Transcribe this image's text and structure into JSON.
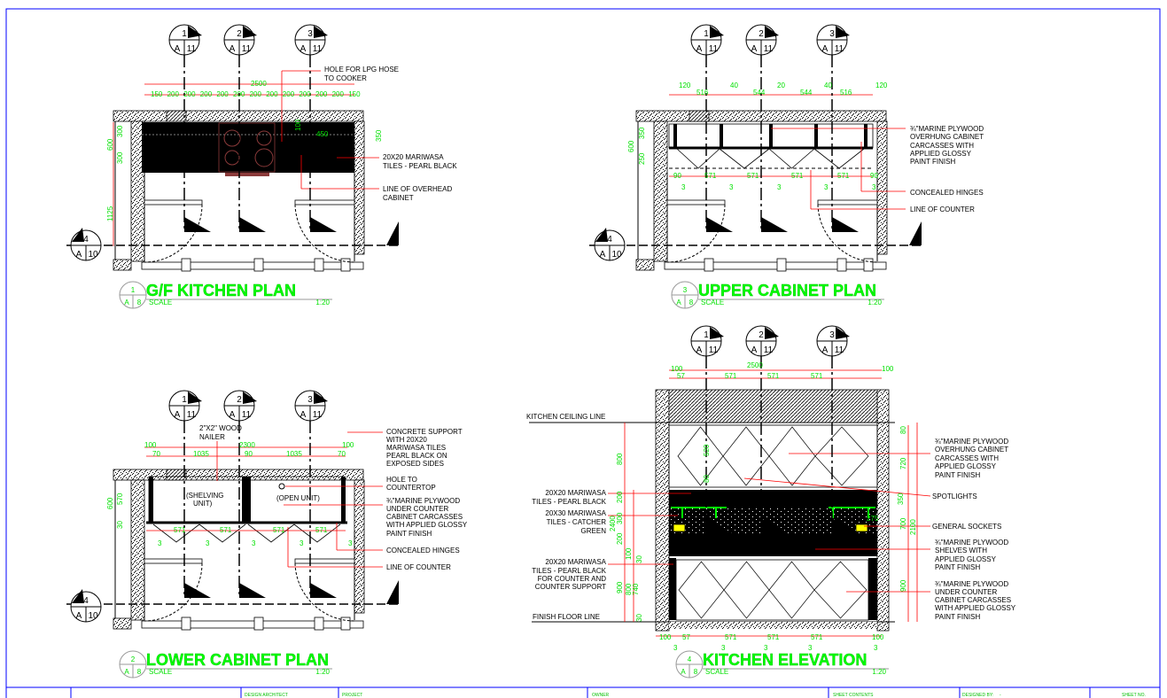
{
  "colors": {
    "dimension": "#00ff00",
    "leader": "#ff0000",
    "border": "#0000ff",
    "title": "#00ff00",
    "socket": "#ffff00",
    "tile_catcher_green": "#00ff00"
  },
  "grid_bubbles": {
    "top": [
      {
        "num": "1",
        "sheet": "A",
        "ref": "11"
      },
      {
        "num": "2",
        "sheet": "A",
        "ref": "11"
      },
      {
        "num": "3",
        "sheet": "A",
        "ref": "11"
      }
    ],
    "side": {
      "num": "4",
      "sheet": "A",
      "ref": "10"
    }
  },
  "views": [
    {
      "number": "1",
      "title": "G/F KITCHEN PLAN",
      "ref_sheet": "A",
      "ref_page": "8",
      "scale_label": "SCALE",
      "scale": "1:20",
      "notes": [
        "HOLE FOR LPG HOSE",
        "TO COOKER",
        "20X20 MARIWASA",
        "TILES - PEARL BLACK",
        "LINE OF OVERHEAD",
        "CABINET"
      ],
      "dimensions": [
        "2500",
        "150",
        "200",
        "200",
        "200",
        "200",
        "200",
        "200",
        "200",
        "200",
        "200",
        "200",
        "200",
        "150",
        "600",
        "300",
        "300",
        "1125",
        "350",
        "100",
        "450"
      ]
    },
    {
      "number": "2",
      "title": "LOWER CABINET PLAN",
      "ref_sheet": "A",
      "ref_page": "8",
      "scale_label": "SCALE",
      "scale": "1:20",
      "notes": [
        "2\"X2\" WOOD",
        "NAILER",
        "(SHELVING",
        "UNIT)",
        "(OPEN UNIT)",
        "CONCRETE SUPPORT",
        "WITH 20X20",
        "MARIWASA TILES",
        "PEARL BLACK ON",
        "EXPOSED SIDES",
        "HOLE TO",
        "COUNTERTOP",
        "¾\"MARINE PLYWOOD",
        "UNDER COUNTER",
        "CABINET CARCASSES",
        "WITH APPLIED GLOSSY",
        "PAINT FINISH",
        "CONCEALED HINGES",
        "LINE OF COUNTER"
      ],
      "dimensions": [
        "100",
        "2300",
        "100",
        "70",
        "1035",
        "90",
        "1035",
        "70",
        "600",
        "570",
        "30",
        "571",
        "571",
        "571",
        "571",
        "3",
        "3",
        "3",
        "3",
        "3"
      ]
    },
    {
      "number": "3",
      "title": "UPPER CABINET PLAN",
      "ref_sheet": "A",
      "ref_page": "8",
      "scale_label": "SCALE",
      "scale": "1:20",
      "notes": [
        "¾\"MARINE PLYWOOD",
        "OVERHUNG CABINET",
        "CARCASSES WITH",
        "APPLIED GLOSSY",
        "PAINT FINISH",
        "CONCEALED HINGES",
        "LINE OF COUNTER"
      ],
      "dimensions": [
        "120",
        "516",
        "40",
        "544",
        "20",
        "544",
        "40",
        "516",
        "120",
        "600",
        "350",
        "250",
        "90",
        "571",
        "571",
        "571",
        "571",
        "90",
        "3",
        "3",
        "3",
        "3",
        "3"
      ]
    },
    {
      "number": "4",
      "title": "KITCHEN ELEVATION",
      "ref_sheet": "A",
      "ref_page": "8",
      "scale_label": "SCALE",
      "scale": "1:20",
      "notes": [
        "KITCHEN CEILING LINE",
        "20X20 MARIWASA",
        "TILES - PEARL BLACK",
        "20X30 MARIWASA",
        "TILES - CATCHER",
        "GREEN",
        "20X20 MARIWASA",
        "TILES - PEARL BLACK",
        "FOR COUNTER AND",
        "COUNTER SUPPORT",
        "FINISH FLOOR LINE",
        "¾\"MARINE PLYWOOD",
        "OVERHUNG CABINET",
        "CARCASSES WITH",
        "APPLIED GLOSSY",
        "PAINT FINISH",
        "SPOTLIGHTS",
        "GENERAL SOCKETS",
        "¾\"MARINE PLYWOOD",
        "SHELVES WITH",
        "APPLIED GLOSSY",
        "PAINT FINISH",
        "¾\"MARINE PLYWOOD",
        "UNDER COUNTER",
        "CABINET CARCASSES",
        "WITH APPLIED GLOSSY",
        "PAINT FINISH"
      ],
      "dimensions": [
        "100",
        "2500",
        "100",
        "57",
        "571",
        "571",
        "571",
        "2400",
        "800",
        "200",
        "300",
        "200",
        "100",
        "30",
        "900",
        "800",
        "740",
        "30",
        "80",
        "720",
        "350",
        "700",
        "2100",
        "900",
        "520",
        "80",
        "275",
        "100",
        "57",
        "571",
        "571",
        "571",
        "100",
        "3",
        "3",
        "3",
        "3",
        "3"
      ]
    }
  ],
  "title_block": {
    "design_architect": "DESIGN ARCHITECT",
    "project": "PROJECT",
    "owner": "OWNER",
    "sheet_contents": "SHEET CONTENTS",
    "designed_by": "DESIGNED BY:",
    "designed_by_value": "-",
    "sheet_no": "SHEET NO."
  }
}
